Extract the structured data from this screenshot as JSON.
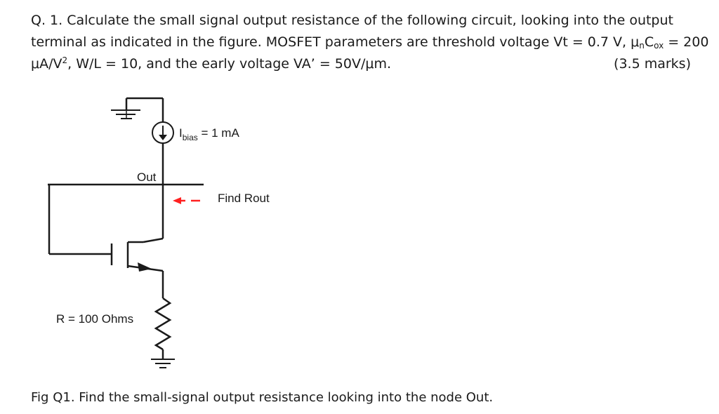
{
  "question": {
    "line1": "Q. 1. Calculate the small signal output resistance of the following circuit, looking into the output",
    "line2_pre": "terminal as indicated in the figure. MOSFET parameters are threshold voltage Vt = 0.7 V, μ",
    "line2_sub_n": "n",
    "line2_mid": "C",
    "line2_sub_ox": "ox",
    "line2_post": " = 200",
    "line3_pre": "μA/V",
    "line3_sup": "2",
    "line3_post": ", W/L = 10, and the early voltage VA’ = 50V/μm.",
    "marks": "(3.5 marks)"
  },
  "circuit": {
    "out_label": "Out",
    "ibias_main": "I",
    "ibias_sub": "bias",
    "ibias_value": " = 1 mA",
    "find_rout_label": "Find Rout",
    "resistor_label": "R = 100 Ohms"
  },
  "caption": "Fig Q1. Find the small-signal output resistance looking into the node Out."
}
